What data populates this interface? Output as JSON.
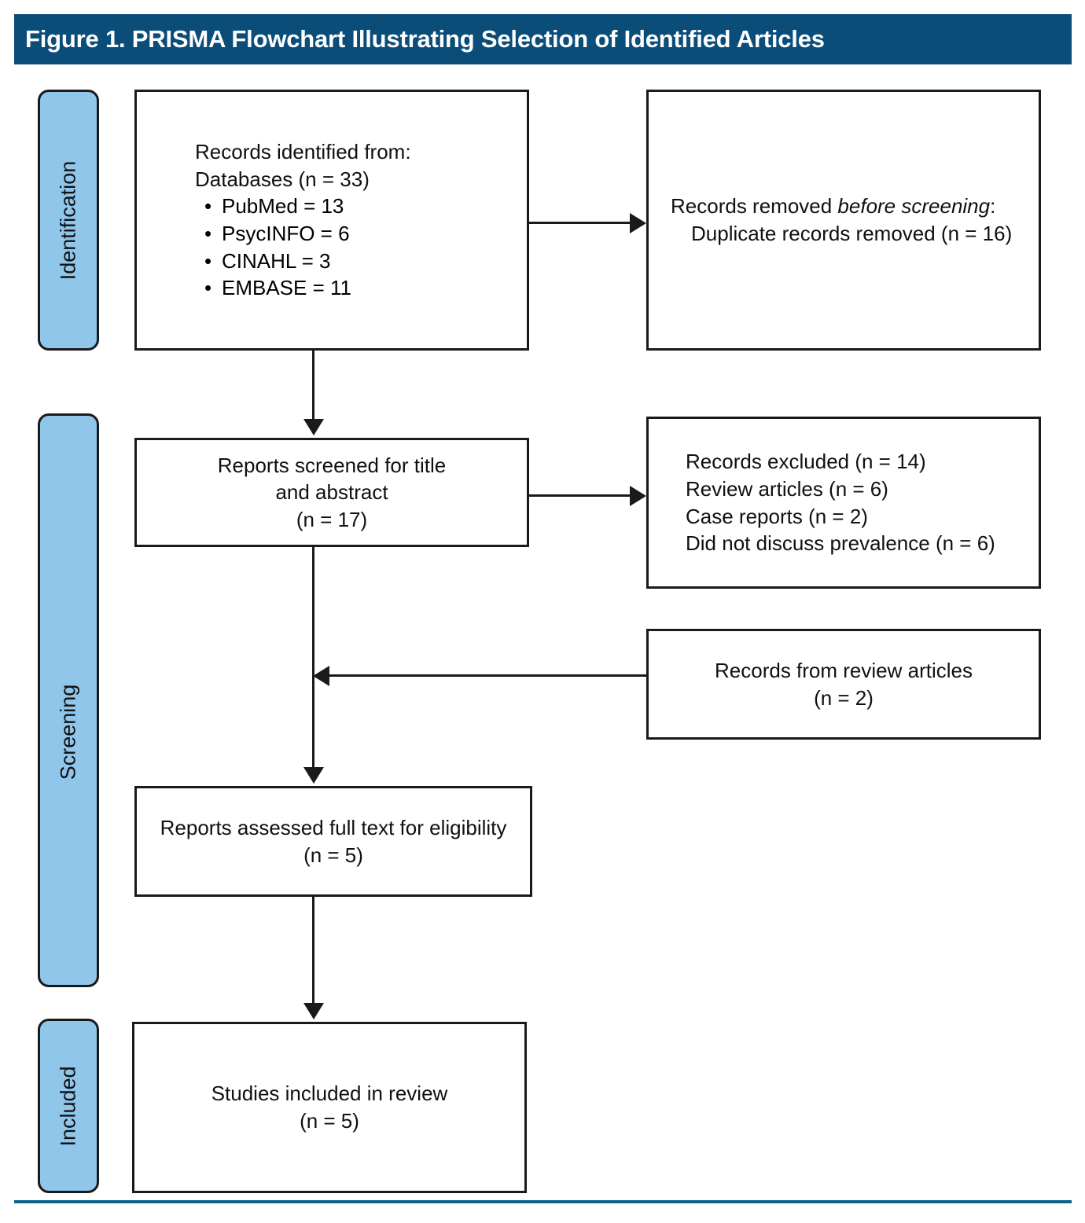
{
  "figure": {
    "title": "Figure 1. PRISMA Flowchart Illustrating Selection of Identified Articles",
    "colors": {
      "title_bar": "#0b4d79",
      "stage_bar": "#8fc6ea",
      "border": "#1a1a1a",
      "bottom_rule": "#0e6188"
    }
  },
  "stages": {
    "identification": "Identification",
    "screening": "Screening",
    "included": "Included"
  },
  "boxes": {
    "identified": {
      "line1": "Records identified from:",
      "line2": "Databases (n = 33)",
      "sources": [
        "PubMed = 13",
        "PsycINFO = 6",
        "CINAHL = 3",
        "EMBASE = 11"
      ]
    },
    "removed": {
      "line1_prefix": "Records removed ",
      "line1_italic": "before screening",
      "line1_suffix": ":",
      "line2": "Duplicate records removed (n = 16)"
    },
    "screened": {
      "line1": "Reports screened for title",
      "line2": "and abstract",
      "line3": "(n = 17)"
    },
    "excluded": {
      "line1": "Records excluded (n = 14)",
      "line2": "Review articles (n = 6)",
      "line3": "Case reports (n = 2)",
      "line4": "Did not discuss prevalence (n = 6)"
    },
    "review_records": {
      "line1": "Records from review articles",
      "line2": "(n = 2)"
    },
    "fulltext": {
      "line1": "Reports assessed full text for eligibility",
      "line2": "(n = 5)"
    },
    "included": {
      "line1": "Studies included in review",
      "line2": "(n = 5)"
    }
  },
  "chart_data": {
    "type": "diagram",
    "title": "Figure 1. PRISMA Flowchart Illustrating Selection of Identified Articles",
    "nodes": [
      {
        "id": "identified",
        "stage": "Identification",
        "label": "Records identified from: Databases (n = 33)",
        "n": 33,
        "breakdown": {
          "PubMed": 13,
          "PsycINFO": 6,
          "CINAHL": 3,
          "EMBASE": 11
        }
      },
      {
        "id": "removed",
        "stage": "Identification",
        "label": "Records removed before screening: Duplicate records removed (n = 16)",
        "n": 16
      },
      {
        "id": "screened",
        "stage": "Screening",
        "label": "Reports screened for title and abstract (n = 17)",
        "n": 17
      },
      {
        "id": "excluded",
        "stage": "Screening",
        "label": "Records excluded (n = 14)",
        "n": 14,
        "breakdown": {
          "Review articles": 6,
          "Case reports": 2,
          "Did not discuss prevalence": 6
        }
      },
      {
        "id": "review_records",
        "stage": "Screening",
        "label": "Records from review articles (n = 2)",
        "n": 2
      },
      {
        "id": "fulltext",
        "stage": "Screening",
        "label": "Reports assessed full text for eligibility (n = 5)",
        "n": 5
      },
      {
        "id": "included",
        "stage": "Included",
        "label": "Studies included in review (n = 5)",
        "n": 5
      }
    ],
    "edges": [
      {
        "from": "identified",
        "to": "removed",
        "direction": "right"
      },
      {
        "from": "identified",
        "to": "screened",
        "direction": "down"
      },
      {
        "from": "screened",
        "to": "excluded",
        "direction": "right"
      },
      {
        "from": "review_records",
        "to": "screened-to-fulltext",
        "direction": "left"
      },
      {
        "from": "screened",
        "to": "fulltext",
        "direction": "down"
      },
      {
        "from": "fulltext",
        "to": "included",
        "direction": "down"
      }
    ]
  }
}
